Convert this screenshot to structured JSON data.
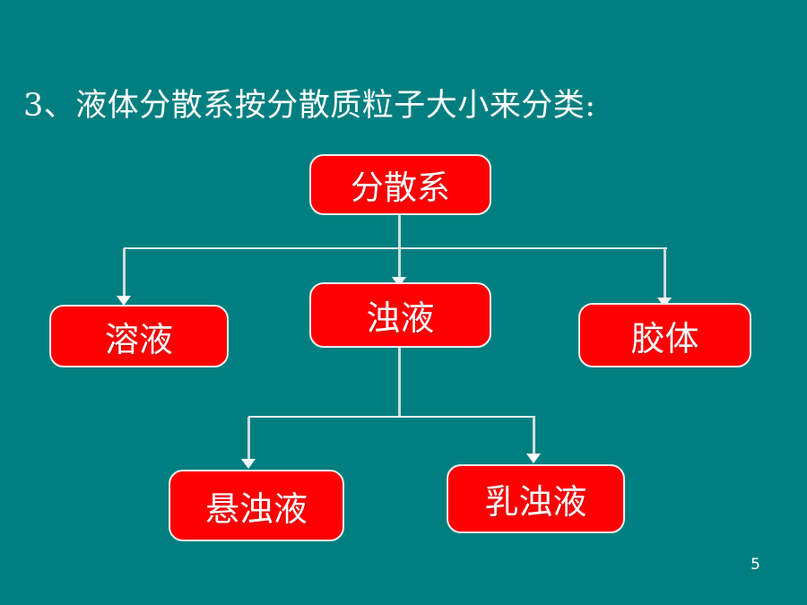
{
  "slide": {
    "background_color": "#017F80",
    "title": "3、液体分散系按分散质粒子大小来分类:",
    "page_number": "5",
    "node_fill_color": "#FF0000",
    "node_text_color": "#FFFFFF",
    "connector_color": "#FFFFFF"
  },
  "diagram": {
    "type": "tree",
    "nodes": [
      {
        "id": "fenshanxi",
        "label": "分散系",
        "level": 0
      },
      {
        "id": "rongye",
        "label": "溶液",
        "level": 1
      },
      {
        "id": "zhuoye",
        "label": "浊液",
        "level": 1
      },
      {
        "id": "jiaoti",
        "label": "胶体",
        "level": 1
      },
      {
        "id": "xuanzhuoye",
        "label": "悬浊液",
        "level": 2
      },
      {
        "id": "ruzhuoye",
        "label": "乳浊液",
        "level": 2
      }
    ],
    "edges": [
      {
        "from": "fenshanxi",
        "to": "rongye"
      },
      {
        "from": "fenshanxi",
        "to": "zhuoye"
      },
      {
        "from": "fenshanxi",
        "to": "jiaoti"
      },
      {
        "from": "zhuoye",
        "to": "xuanzhuoye"
      },
      {
        "from": "zhuoye",
        "to": "ruzhuoye"
      }
    ]
  }
}
